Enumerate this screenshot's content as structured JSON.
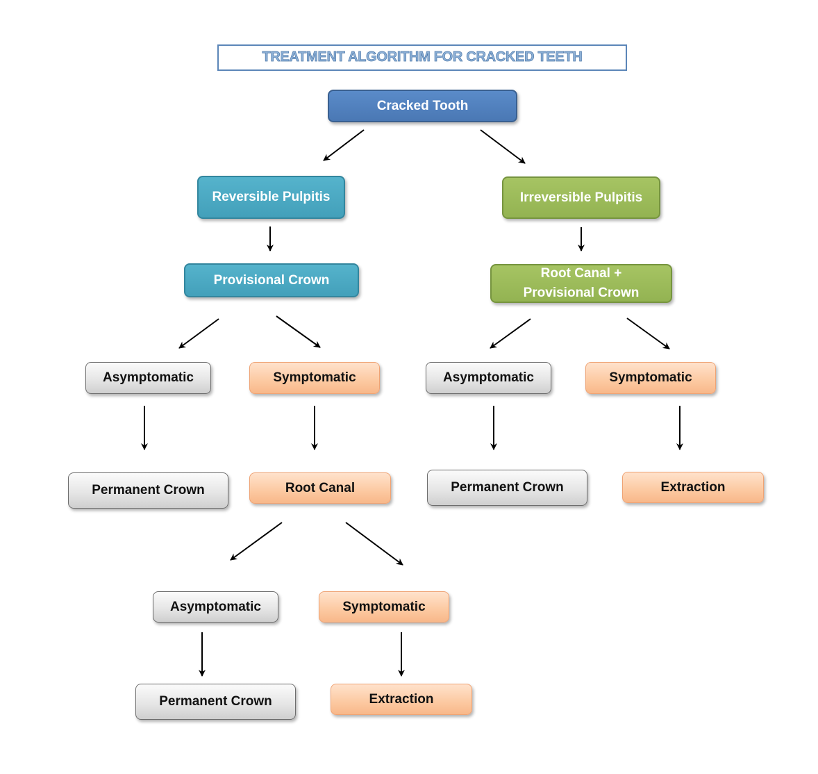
{
  "title": "TREATMENT ALGORITHM FOR CRACKED TEETH",
  "nodes": {
    "cracked_tooth": "Cracked Tooth",
    "reversible_pulpitis": "Reversible Pulpitis",
    "irreversible_pulpitis": "Irreversible Pulpitis",
    "provisional_crown": "Provisional Crown",
    "root_canal_provisional_crown": "Root Canal +\nProvisional Crown",
    "asymptomatic_1": "Asymptomatic",
    "symptomatic_1": "Symptomatic",
    "asymptomatic_2": "Asymptomatic",
    "symptomatic_2": "Symptomatic",
    "permanent_crown_1": "Permanent Crown",
    "root_canal": "Root Canal",
    "permanent_crown_2": "Permanent Crown",
    "extraction_1": "Extraction",
    "asymptomatic_3": "Asymptomatic",
    "symptomatic_3": "Symptomatic",
    "permanent_crown_3": "Permanent Crown",
    "extraction_2": "Extraction"
  },
  "colors": {
    "root": "#4f81bd",
    "reversible_branch": "#4bacc6",
    "irreversible_branch": "#9bbb59",
    "asymptomatic": "#d9d9d9",
    "symptomatic": "#fbc497",
    "title_border": "#5b86b8"
  }
}
